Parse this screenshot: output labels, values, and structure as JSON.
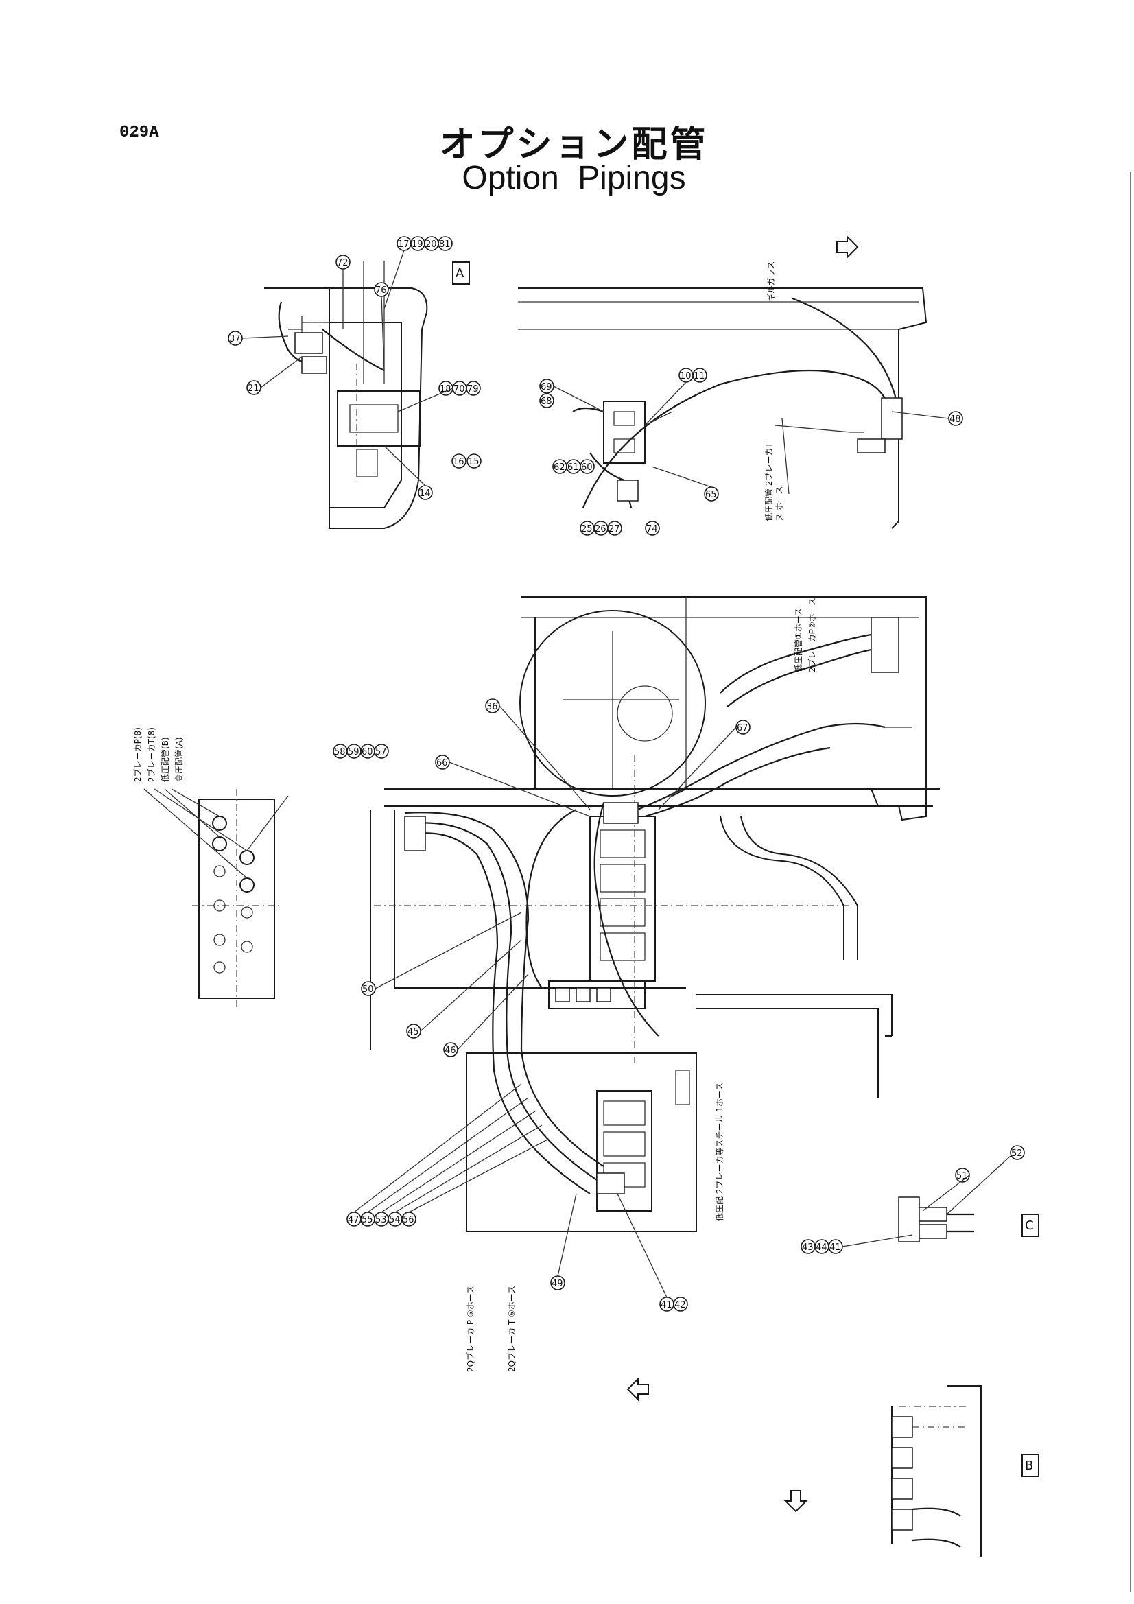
{
  "header": {
    "page_code": "029A",
    "title_jp": "オプション配管",
    "title_en": "Option Pipings"
  },
  "view_labels": {
    "A": "A",
    "B": "B",
    "C": "C"
  },
  "callouts": {
    "view_a": [
      "37",
      "21",
      "72",
      "76",
      "17",
      "19",
      "20",
      "81",
      "18",
      "70",
      "79",
      "15",
      "16",
      "14"
    ],
    "view_a_right": [
      "69",
      "68",
      "10",
      "11",
      "62",
      "61",
      "60",
      "25",
      "26",
      "27",
      "74",
      "65",
      "48"
    ],
    "main": [
      "36",
      "67",
      "66",
      "58",
      "59",
      "60",
      "57",
      "50",
      "45",
      "46",
      "47",
      "55",
      "53",
      "54",
      "56",
      "49",
      "41",
      "42"
    ],
    "view_c": [
      "51",
      "52",
      "43",
      "44",
      "41"
    ]
  },
  "notes": {
    "left_legend": [
      "2ブレーカP(8)",
      "2ブレーカT(8)",
      "低圧配管(B)",
      "高圧配管(A)"
    ],
    "top_right": [
      "ギルガラス",
      "低圧配管 2ブレーカT",
      "ヌ ホース"
    ],
    "right_mid": [
      "低圧配管①ホース",
      "2ブレーカP②ホース"
    ],
    "center": [
      "低圧配 2ブレーカ等スチール 1ホース"
    ],
    "bottom": [
      "2Qブレーカ P ⑤ホース",
      "2Qブレーカ T ⑥ホース"
    ]
  }
}
